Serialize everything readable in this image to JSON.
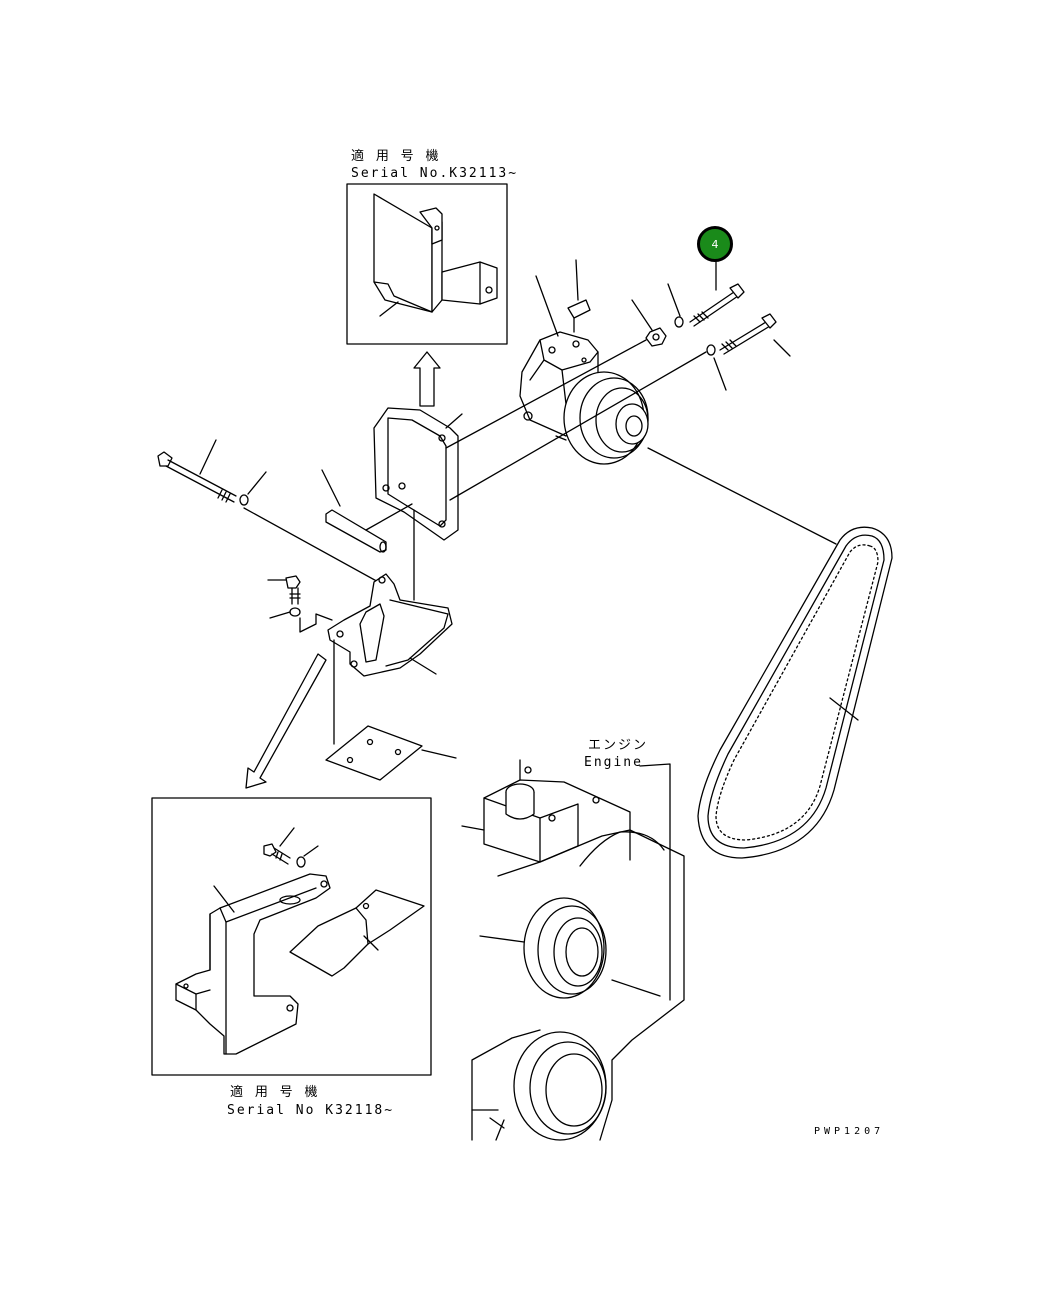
{
  "inset_top": {
    "caption_jp": "適 用 号 機",
    "caption_serial": "Serial No.K32113~"
  },
  "inset_bottom": {
    "caption_jp": "適 用 号 機",
    "caption_serial": "Serial No K32118~"
  },
  "engine_label": {
    "jp": "エンジン",
    "en": "Engine"
  },
  "callouts": [
    {
      "number": "4",
      "color": "#1a8a1a"
    }
  ],
  "drawing_code": "PWP1207"
}
